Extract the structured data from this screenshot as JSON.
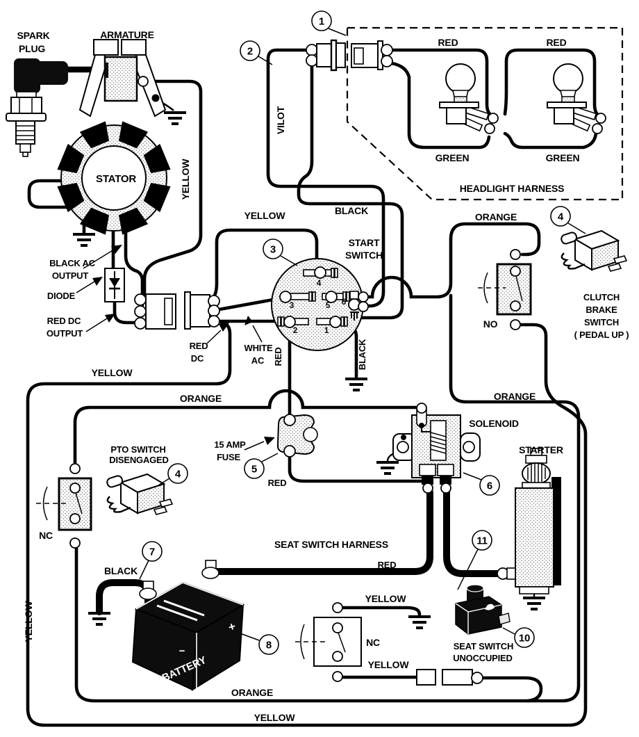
{
  "diagram_title": "tractor-ignition-wiring-diagram",
  "labels": {
    "sp1": "SPARK",
    "sp2": "PLUG",
    "armature": "ARMATURE",
    "stator": "STATOR",
    "yellow_arm": "YELLOW",
    "vilot": "VILOT",
    "hl_red1": "RED",
    "hl_red2": "RED",
    "hl_green1": "GREEN",
    "hl_green2": "GREEN",
    "hl_harness": "HEADLIGHT HARNESS",
    "yellow_sw": "YELLOW",
    "black_sw": "BLACK",
    "start1": "START",
    "start2": "SWITCH",
    "orange_cb": "ORANGE",
    "no_lbl": "NO",
    "cb1": "CLUTCH",
    "cb2": "BRAKE",
    "cb3": "SWITCH",
    "cb4": "( PEDAL UP )",
    "black_ac1": "BLACK AC",
    "black_ac2": "OUTPUT",
    "diode": "DIODE",
    "red_dc_o1": "RED DC",
    "red_dc_o2": "OUTPUT",
    "red_sm": "RED",
    "dc_sm": "DC",
    "white_sm": "WHITE",
    "ac_sm": "AC",
    "red_v": "RED",
    "black_v": "BLACK",
    "yellow_mid": "YELLOW",
    "orange_mid": "ORANGE",
    "pto1": "PTO SWITCH",
    "pto2": "DISENGAGED",
    "nc_pto": "NC",
    "fuse1": "15 AMP",
    "fuse2": "FUSE",
    "red_fuse": "RED",
    "solenoid": "SOLENOID",
    "starter": "STARTER",
    "orange_r": "ORANGE",
    "harness_seat": "SEAT SWITCH HARNESS",
    "red_seat": "RED",
    "black_bat": "BLACK",
    "battery": "BATTERY",
    "plus": "+",
    "minus": "−",
    "yellow_st": "YELLOW",
    "nc_seat": "NC",
    "yellow_sb": "YELLOW",
    "seat1": "SEAT SWITCH",
    "seat2": "UNOCCUPIED",
    "orange_b": "ORANGE",
    "yellow_b": "YELLOW",
    "yellow_l": "YELLOW"
  },
  "pins": {
    "p1": "1",
    "p2": "2",
    "p3": "3",
    "p4": "4",
    "p5": "5",
    "p6": "6"
  },
  "badges": {
    "b1": "1",
    "b2": "2",
    "b3": "3",
    "b4c": "4",
    "b4p": "4",
    "b5": "5",
    "b6": "6",
    "b7": "7",
    "b8": "8",
    "b10": "10",
    "b11": "11"
  },
  "colors": {
    "line": "#000000",
    "paper": "#ffffff"
  }
}
